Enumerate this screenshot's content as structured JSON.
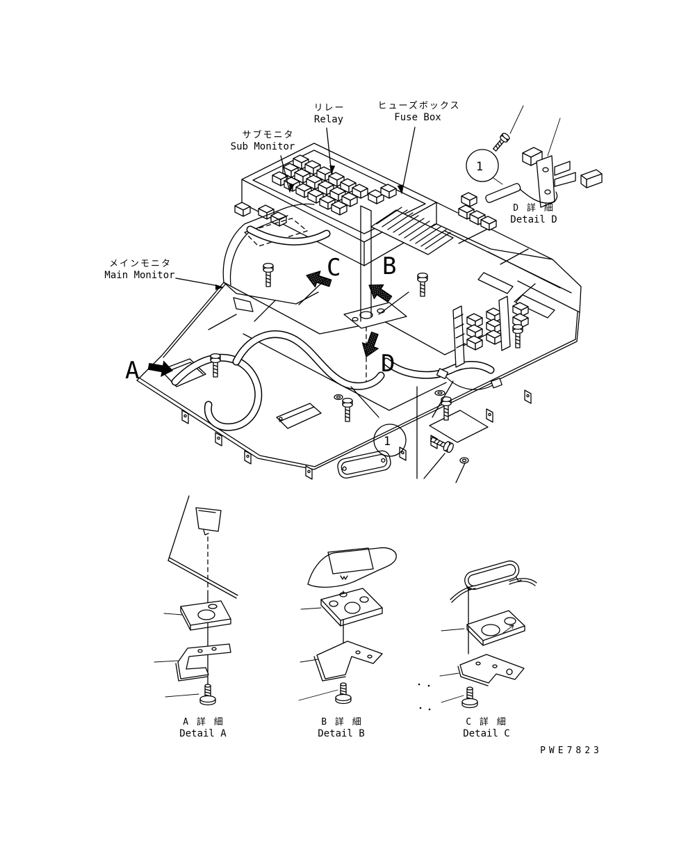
{
  "figure": {
    "drawing_code": "PWE7823",
    "background_color": "#ffffff",
    "line_color": "#000000",
    "callout": {
      "number": "1",
      "count": 2,
      "fill_color": "#17801a",
      "ring_color": "#000000",
      "text_color": "#ffffff"
    }
  },
  "labels": {
    "sub_monitor": {
      "jp": "サブモニタ",
      "en": "Sub Monitor"
    },
    "relay": {
      "jp": "リレー",
      "en": "Relay"
    },
    "fuse_box": {
      "jp": "ヒューズボックス",
      "en": "Fuse Box"
    },
    "main_monitor": {
      "jp": "メインモニタ",
      "en": "Main Monitor"
    }
  },
  "view_letters": {
    "a": "A",
    "b": "B",
    "c": "C",
    "d": "D"
  },
  "details": {
    "a": {
      "jp": "A 詳 細",
      "en": "Detail A"
    },
    "b": {
      "jp": "B 詳 細",
      "en": "Detail B"
    },
    "c": {
      "jp": "C 詳 細",
      "en": "Detail C"
    },
    "d": {
      "jp": "D 詳 細",
      "en": "Detail D"
    }
  }
}
